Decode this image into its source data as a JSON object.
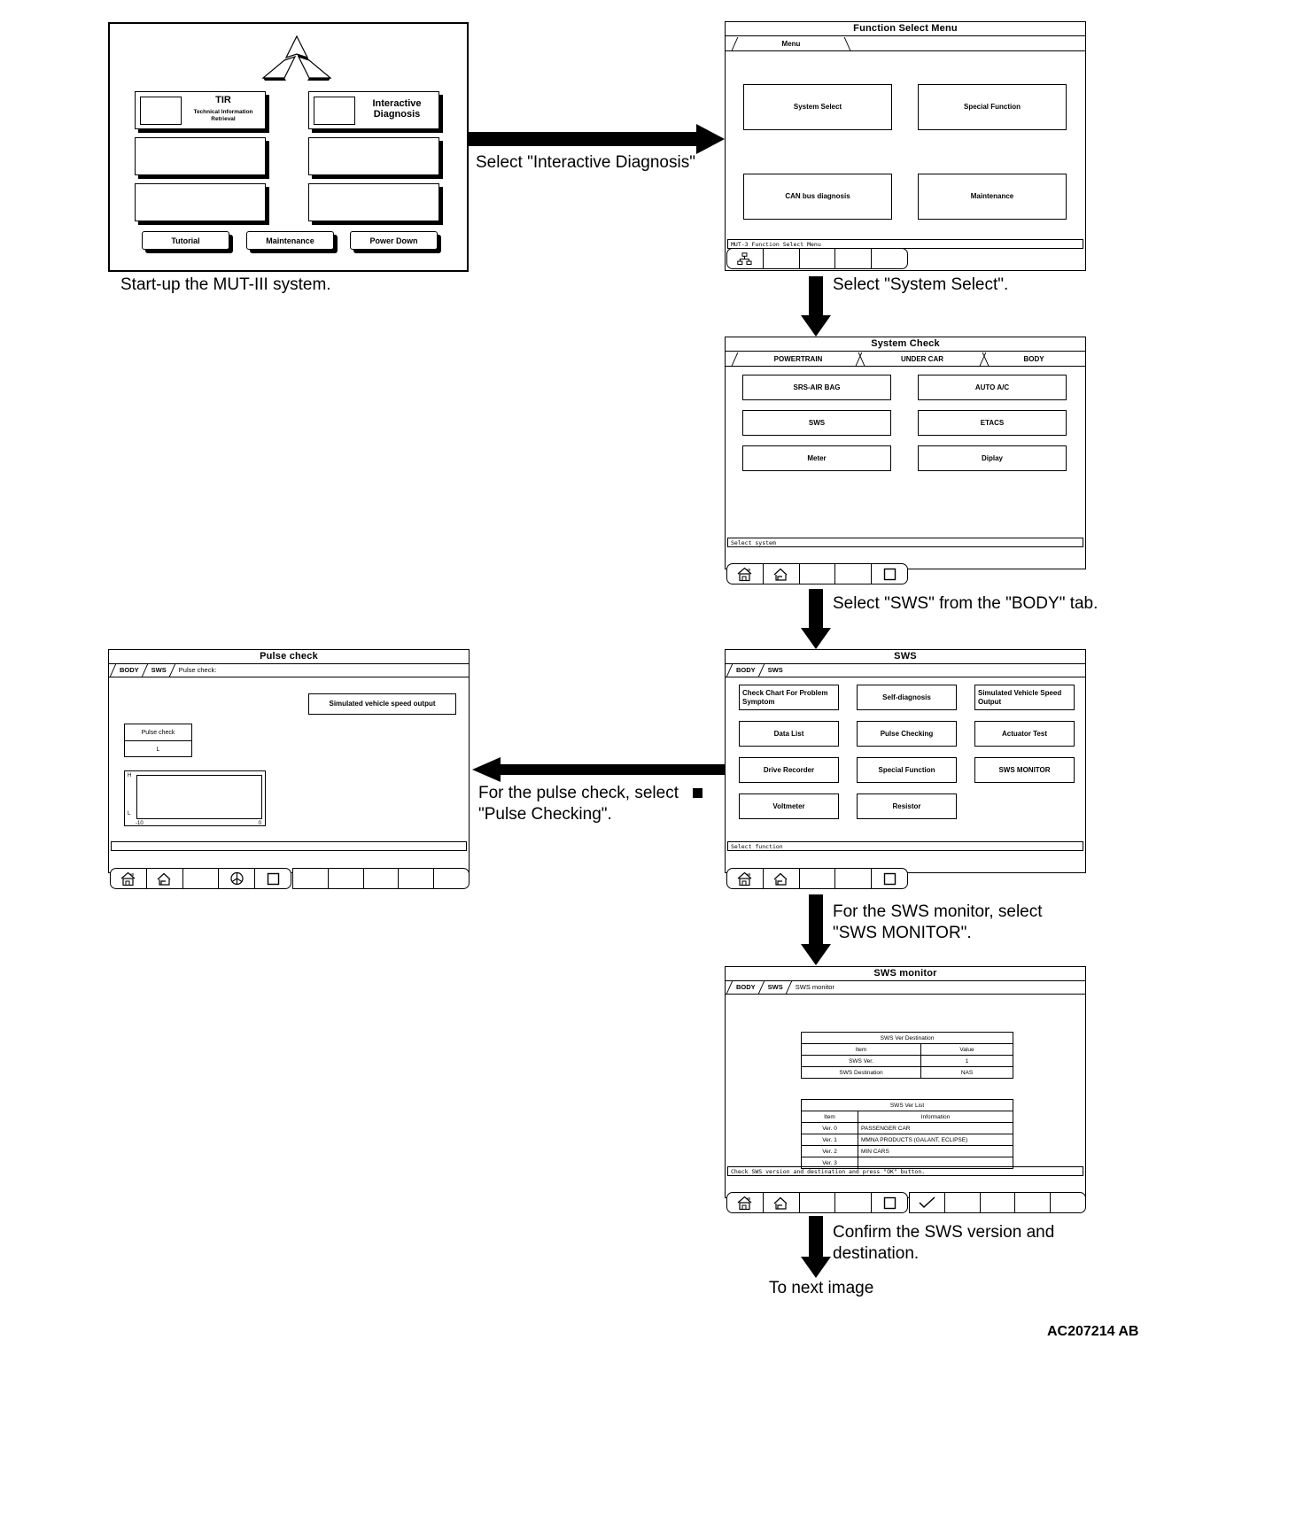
{
  "meta": {
    "figure_code": "AC207214 AB"
  },
  "startup": {
    "title": "MUT-III start-up screen",
    "caption": "Start-up the MUT-III system.",
    "logo": "mitsubishi-three-diamonds-logo",
    "buttons": [
      {
        "title": "TIR",
        "sub": "Technical Information\nRetrieval"
      },
      {
        "title": "Interactive\nDiagnosis",
        "sub": ""
      },
      {
        "title": "",
        "sub": ""
      },
      {
        "title": "",
        "sub": ""
      },
      {
        "title": "",
        "sub": ""
      },
      {
        "title": "",
        "sub": ""
      }
    ],
    "footer_buttons": [
      "Tutorial",
      "Maintenance",
      "Power Down"
    ]
  },
  "arrow1": {
    "label": "Select \"Interactive Diagnosis\""
  },
  "function_select": {
    "title": "Function Select Menu",
    "tabs": [
      "Menu"
    ],
    "buttons": [
      "System Select",
      "Special Function",
      "CAN bus diagnosis",
      "Maintenance"
    ],
    "status": "MUT-3 Function Select Menu",
    "toolbar_icons": [
      "network-icon",
      "blank",
      "blank",
      "blank",
      "blank"
    ]
  },
  "arrow2": {
    "label": "Select \"System Select\"."
  },
  "system_check": {
    "title": "System Check",
    "tabs": [
      "POWERTRAIN",
      "UNDER CAR",
      "BODY"
    ],
    "active_tab": "BODY",
    "buttons_left": [
      "SRS-AIR BAG",
      "SWS",
      "Meter"
    ],
    "buttons_right": [
      "AUTO A/C",
      "ETACS",
      "Diplay"
    ],
    "status": "Select system",
    "toolbar_icons": [
      "home-icon",
      "back-icon",
      "blank",
      "blank",
      "stop-icon"
    ]
  },
  "arrow3": {
    "label": "Select \"SWS\" from the \"BODY\" tab."
  },
  "sws": {
    "title": "SWS",
    "breadcrumbs": [
      "BODY",
      "SWS"
    ],
    "buttons": [
      "Check Chart For Problem Symptom",
      "Self-diagnosis",
      "Simulated Vehicle Speed Output",
      "Data List",
      "Pulse Checking",
      "Actuator Test",
      "Drive Recorder",
      "Special Function",
      "SWS MONITOR",
      "Voltmeter",
      "Resistor",
      ""
    ],
    "status": "Select function",
    "toolbar_icons": [
      "home-icon",
      "back-icon",
      "blank",
      "blank",
      "stop-icon"
    ]
  },
  "arrow4": {
    "label": "For the pulse check, select\n\"Pulse Checking\"."
  },
  "pulse_check": {
    "title": "Pulse check",
    "breadcrumbs": [
      "BODY",
      "SWS",
      "Pulse check:"
    ],
    "sim_button": "Simulated vehicle speed output",
    "panel_title": "Pulse check",
    "panel_value": "L",
    "graph_y_high": "H",
    "graph_y_low": "L",
    "graph_x_left": "-10",
    "graph_x_right": "0",
    "toolbar_icons": [
      "home-icon",
      "back-icon",
      "blank",
      "print-icon",
      "stop-icon"
    ]
  },
  "arrow5": {
    "label": "For the SWS monitor, select\n\"SWS MONITOR\"."
  },
  "sws_monitor": {
    "title": "SWS monitor",
    "breadcrumbs": [
      "BODY",
      "SWS",
      "SWS monitor"
    ],
    "table1": {
      "title": "SWS Ver  Destination",
      "headers": [
        "Item",
        "Value"
      ],
      "rows": [
        [
          "SWS Ver.",
          "1"
        ],
        [
          "SWS Destination",
          "NAS"
        ]
      ]
    },
    "table2": {
      "title": "SWS Ver List",
      "headers": [
        "Item",
        "Information"
      ],
      "rows": [
        [
          "Ver. 0",
          "PASSENGER CAR"
        ],
        [
          "Ver. 1",
          "MMNA PRODUCTS (GALANT, ECLIPSE)"
        ],
        [
          "Ver. 2",
          "MIN CARS"
        ],
        [
          "Ver. 3",
          ""
        ]
      ]
    },
    "status": "Check SWS version and destination and press \"OK\" button.",
    "toolbar_icons": [
      "home-icon",
      "back-icon",
      "blank",
      "stop-icon"
    ],
    "toolbar2_icons": [
      "check-icon",
      "blank",
      "blank",
      "blank",
      "blank"
    ]
  },
  "arrow6": {
    "label": "Confirm the SWS version and\ndestination."
  },
  "next_label": "To next image"
}
